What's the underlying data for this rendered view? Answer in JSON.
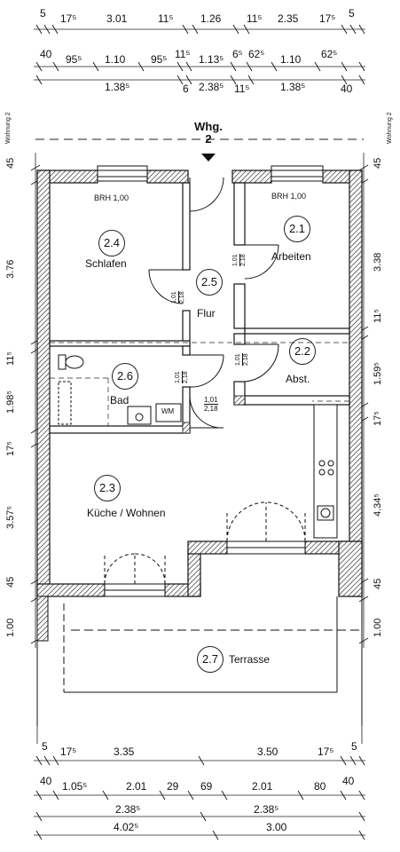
{
  "apartment": {
    "heading": "Whg.",
    "number": "2",
    "side_label": "Wohnung 2"
  },
  "rooms": [
    {
      "id": "2.1",
      "name": "Arbeiten"
    },
    {
      "id": "2.2",
      "name": "Abst."
    },
    {
      "id": "2.3",
      "name": "Küche / Wohnen"
    },
    {
      "id": "2.4",
      "name": "Schlafen"
    },
    {
      "id": "2.5",
      "name": "Flur"
    },
    {
      "id": "2.6",
      "name": "Bad"
    },
    {
      "id": "2.7",
      "name": "Terrasse"
    }
  ],
  "window_labels": {
    "left": "BRH 1,00",
    "right": "BRH 1,00"
  },
  "wm_label": "WM",
  "door_sizes": [
    {
      "w": "1,01",
      "h": "2,18"
    },
    {
      "w": "1,01",
      "h": "2,18"
    },
    {
      "w": "1,01",
      "h": "2,18"
    },
    {
      "w": "1,01",
      "h": "2,18"
    },
    {
      "w": "1,01",
      "h": "2,18"
    }
  ],
  "dims_top_1": [
    "5",
    "17⁵",
    "3.01",
    "11⁵",
    "1.26",
    "11⁵",
    "2.35",
    "17⁵",
    "5"
  ],
  "dims_top_2a": [
    "40",
    "95⁵",
    "1.10",
    "95⁵",
    "11⁵",
    "1.13⁵",
    "6⁵",
    "62⁵",
    "1.10",
    "62⁵"
  ],
  "dims_top_2b": [
    "1.38⁵",
    "6",
    "2.38⁵",
    "11⁵",
    "1.38⁵",
    "40"
  ],
  "dims_bottom_1": [
    "5",
    "17⁵",
    "3.35",
    "3.50",
    "17⁵",
    "5"
  ],
  "dims_bottom_2": [
    "40",
    "1.05⁵",
    "2.01",
    "29",
    "69",
    "2.01",
    "80",
    "40"
  ],
  "dims_bottom_3": [
    "2.38⁵",
    "2.38⁵"
  ],
  "dims_bottom_4": [
    "4.02⁵",
    "3.00"
  ],
  "dims_left": [
    "45",
    "3.76",
    "11⁵",
    "1.98⁵",
    "17⁵",
    "3.57⁵",
    "45",
    "1.00"
  ],
  "dims_right": [
    "45",
    "3.38",
    "11⁵",
    "1.59⁵",
    "17⁵",
    "4.34⁵",
    "45",
    "1.00"
  ]
}
